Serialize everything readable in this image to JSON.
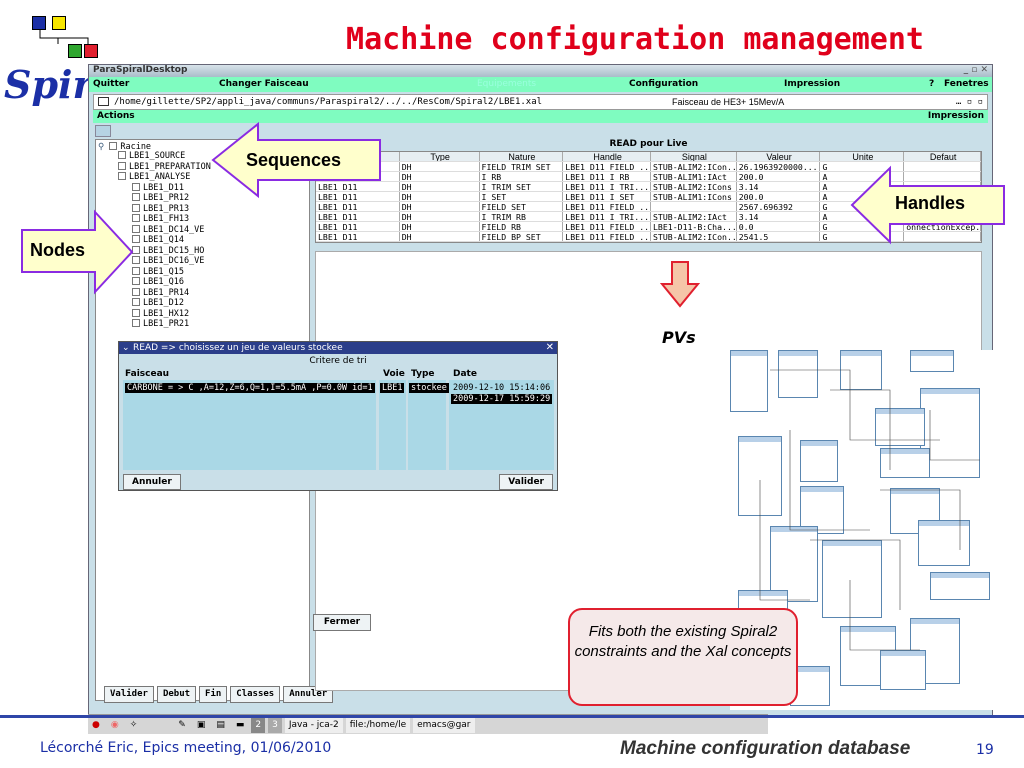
{
  "slide": {
    "title": "Machine configuration management",
    "logo_text": "Spir",
    "footer_left": "Lécorché Eric, Epics meeting, 01/06/2010",
    "footer_right": "Machine configuration database",
    "page_number": "19"
  },
  "window": {
    "title": "ParaSpiralDesktop",
    "controls": "_ ▫ ✕",
    "menu": {
      "quitter": "Quitter",
      "changer": "Changer Faisceau",
      "equipements": "Equipements",
      "configuration": "Configuration",
      "impression": "Impression",
      "help": "?",
      "fenetres": "Fenetres"
    },
    "path": "/home/gillette/SP2/appli_java/communs/Paraspiral2/../../ResCom/Spiral2/LBE1.xal",
    "beam": "Faisceau de HE3+ 15Mev/A",
    "path_ctrls": "… ▫ ▫",
    "actions_label": "Actions",
    "actions_right": "Impression"
  },
  "tree": {
    "root": "Racine",
    "items": [
      "LBE1_SOURCE",
      "LBE1_PREPARATION",
      "LBE1_ANALYSE",
      "LBE1_D11",
      "LBE1_PR12",
      "LBE1_PR13",
      "LBE1_FH13",
      "LBE1_DC14_VE",
      "LBE1_Q14",
      "LBE1_DC15_HO",
      "LBE1_DC16_VE",
      "LBE1_Q15",
      "LBE1_Q16",
      "LBE1_PR14",
      "LBE1_D12",
      "LBE1_HX12",
      "LBE1_PR21"
    ],
    "buttons": [
      "Valider",
      "Debut",
      "Fin",
      "Classes",
      "Annuler"
    ]
  },
  "table": {
    "header": "READ pour Live",
    "columns": [
      "",
      "Type",
      "Nature",
      "Handle",
      "Signal",
      "Valeur",
      "Unite",
      "Defaut"
    ],
    "rows": [
      [
        "",
        "DH",
        "FIELD_TRIM_SET",
        "LBE1_D11_FIELD_...",
        "STUB-ALIM2:ICon...",
        "26.1963920000...",
        "G",
        ""
      ],
      [
        "",
        "DH",
        "I_RB",
        "LBE1_D11_I_RB",
        "STUB-ALIM1:IAct",
        "200.0",
        "A",
        ""
      ],
      [
        "LBE1_D11",
        "DH",
        "I_TRIM_SET",
        "LBE1_D11_I_TRI...",
        "STUB-ALIM2:ICons",
        "3.14",
        "A",
        ""
      ],
      [
        "LBE1_D11",
        "DH",
        "I_SET",
        "LBE1_D11_I_SET",
        "STUB-ALIM1:ICons",
        "200.0",
        "A",
        ""
      ],
      [
        "LBE1_D11",
        "DH",
        "FIELD_SET",
        "LBE1_D11_FIELD_...",
        "",
        "2567.696392",
        "G",
        ""
      ],
      [
        "LBE1_D11",
        "DH",
        "I_TRIM_RB",
        "LBE1_D11_I_TRI...",
        "STUB-ALIM2:IAct",
        "3.14",
        "A",
        ""
      ],
      [
        "LBE1_D11",
        "DH",
        "FIELD_RB",
        "LBE1_D11_FIELD_...",
        "LBE1-D11-B:Cha...",
        "0.0",
        "G",
        "onnectionExcep..."
      ],
      [
        "LBE1_D11",
        "DH",
        "FIELD_BP_SET",
        "LBE1_D11_FIELD_...",
        "STUB-ALIM2:ICon...",
        "2541.5",
        "G",
        ""
      ]
    ],
    "close_button": "Fermer"
  },
  "dialog": {
    "title": "READ => choisissez un jeu de valeurs stockee",
    "criteria": "Critere de tri",
    "col_faisceau": "Faisceau",
    "col_voie": "Voie",
    "col_type": "Type",
    "col_date": "Date",
    "faisceau_value": "CARBONE = > C ,A=12,Z=6,Q=1,I=5.5mA ,P=0.0W id=1",
    "voie_value": "LBE1",
    "type_value": "stockee",
    "dates": [
      "2009-12-10 15:14:06",
      "2009-12-17 15:59:29"
    ],
    "cancel": "Annuler",
    "ok": "Valider"
  },
  "taskbar": {
    "ws2": "2",
    "ws3": "3",
    "java": "Java - jca-2",
    "file": "file:/home/le",
    "emacs": "emacs@gar"
  },
  "callouts": {
    "sequences": "Sequences",
    "handles": "Handles",
    "nodes": "Nodes",
    "pvs": "PVs",
    "note": "Fits both the existing Spiral2 constraints and the Xal concepts",
    "colors": {
      "fill": "#ffffcc",
      "stroke": "#8a2be2",
      "note_stroke": "#e0202f",
      "arrow_fill": "#f5c5a8",
      "arrow_stroke": "#e0202f"
    }
  }
}
